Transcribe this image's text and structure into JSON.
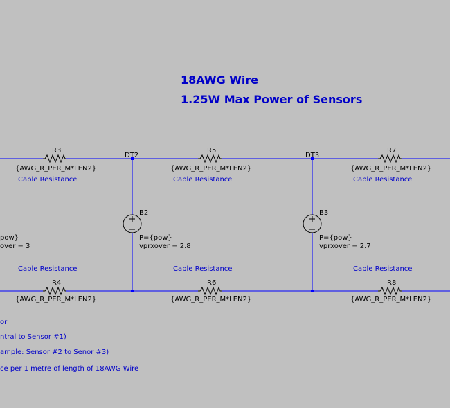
{
  "title": {
    "line1": "18AWG Wire",
    "line2": "1.25W Max Power of Sensors"
  },
  "nodes": {
    "dt2": "DT2",
    "dt3": "DT3"
  },
  "resistors": {
    "r3": {
      "name": "R3",
      "value": "{AWG_R_PER_M*LEN2}",
      "comment": "Cable Resistance"
    },
    "r5": {
      "name": "R5",
      "value": "{AWG_R_PER_M*LEN2}",
      "comment": "Cable Resistance"
    },
    "r7": {
      "name": "R7",
      "value": "{AWG_R_PER_M*LEN2}",
      "comment": "Cable Resistance"
    },
    "r4": {
      "name": "R4",
      "value": "{AWG_R_PER_M*LEN2}",
      "comment": "Cable Resistance"
    },
    "r6": {
      "name": "R6",
      "value": "{AWG_R_PER_M*LEN2}",
      "comment": "Cable Resistance"
    },
    "r8": {
      "name": "R8",
      "value": "{AWG_R_PER_M*LEN2}",
      "comment": "Cable Resistance"
    }
  },
  "sources": {
    "b_partial": {
      "line1": "pow}",
      "line2": "over = 3"
    },
    "b2": {
      "name": "B2",
      "line1": "P={pow}",
      "line2": "vprxover = 2.8"
    },
    "b3": {
      "name": "B3",
      "line1": "P={pow}",
      "line2": "vprxover = 2.7"
    }
  },
  "notes": [
    "or",
    "ntral to Sensor #1)",
    "ample: Sensor #2 to Senor #3)",
    "ce per 1 metre of length of 18AWG Wire"
  ],
  "colors": {
    "background": "#c0c0c0",
    "wire": "#0000ff",
    "text_blue": "#0000c8",
    "component": "#000000"
  }
}
